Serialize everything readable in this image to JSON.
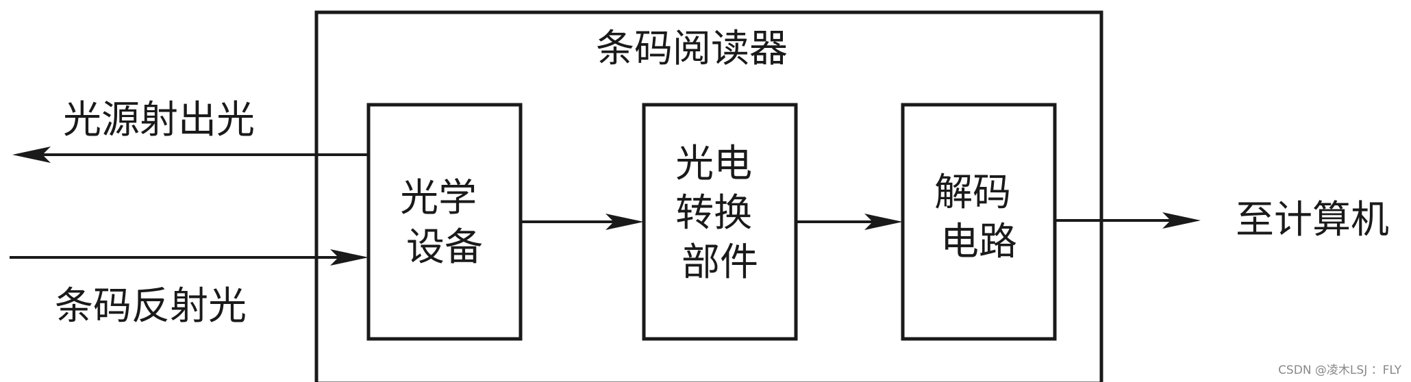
{
  "reader": {
    "title": "条码阅读器"
  },
  "blocks": [
    {
      "id": "optics",
      "lines": [
        "光学",
        "设备"
      ]
    },
    {
      "id": "converter",
      "lines": [
        "光电",
        "转换",
        "部件"
      ]
    },
    {
      "id": "decoder",
      "lines": [
        "解码",
        "电路"
      ]
    }
  ],
  "signals": {
    "emitted_light": "光源射出光",
    "reflected_light": "条码反射光",
    "output": "至计算机"
  },
  "watermark": "CSDN @凌木LSJ ：FLY"
}
